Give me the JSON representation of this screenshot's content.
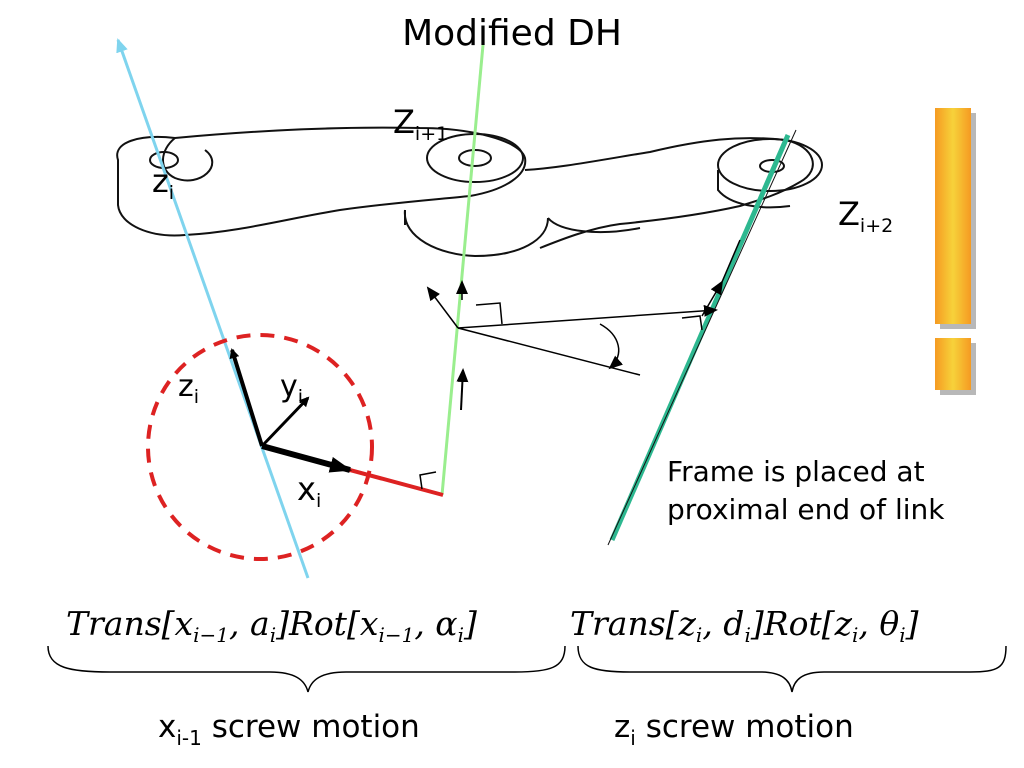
{
  "title": "Modified DH",
  "labels": {
    "z_top_main": "Z",
    "z_top_sub": "i+1",
    "z_cyan_main": "z",
    "z_cyan_sub": "i",
    "z_right_main": "Z",
    "z_right_sub": "i+2",
    "frame_z_main": "z",
    "frame_z_sub": "i",
    "frame_y_main": "y",
    "frame_y_sub": "i",
    "frame_x_main": "x",
    "frame_x_sub": "i"
  },
  "note": "Frame is placed at proximal end of link",
  "formula": {
    "part1_a": "Trans[x",
    "part1_b": "i−1",
    "part1_c": ", a",
    "part1_d": "i",
    "part1_e": "]Rot[x",
    "part1_f": "i−1",
    "part1_g": ", α",
    "part1_h": "i",
    "part1_i": "]",
    "part2_a": "Trans[z",
    "part2_b": "i",
    "part2_c": ", d",
    "part2_d": "i",
    "part2_e": "]Rot[z",
    "part2_f": "i",
    "part2_g": ", θ",
    "part2_h": "i",
    "part2_i": "]"
  },
  "screw": {
    "left_main": "x",
    "left_sub": "i-1",
    "left_rest": " screw motion",
    "right_main": "z",
    "right_sub": "i",
    "right_rest": " screw motion"
  },
  "colors": {
    "cyan_axis": "#7fd4ee",
    "green_axis": "#9aee8e",
    "teal_axis": "#2db890",
    "red": "#dd2222",
    "exclamation": "#f7a325",
    "exclamation_light": "#f7d23a"
  }
}
